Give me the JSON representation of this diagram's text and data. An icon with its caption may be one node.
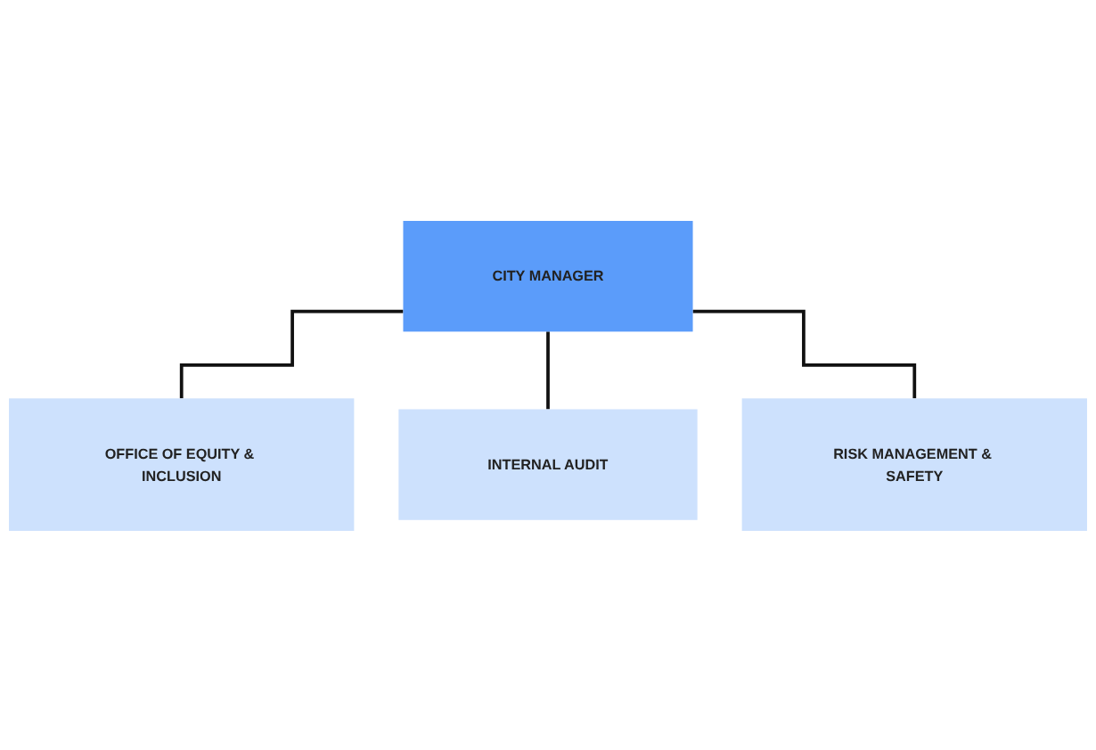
{
  "diagram": {
    "nodes": [
      {
        "text": [
          "CITY MANAGER"
        ]
      },
      {
        "text": [
          "OFFICE OF EQUITY & INCLUSION"
        ]
      },
      {
        "text": [
          "INTERNAL AUDIT"
        ]
      },
      {
        "text": [
          "RISK MANAGEMENT & SAFETY"
        ]
      }
    ],
    "edges": [
      {
        "from": 0,
        "to": 1,
        "arrow": "none"
      },
      {
        "from": 0,
        "to": 2,
        "arrow": "none"
      },
      {
        "from": 0,
        "to": 3,
        "arrow": "none"
      }
    ]
  }
}
